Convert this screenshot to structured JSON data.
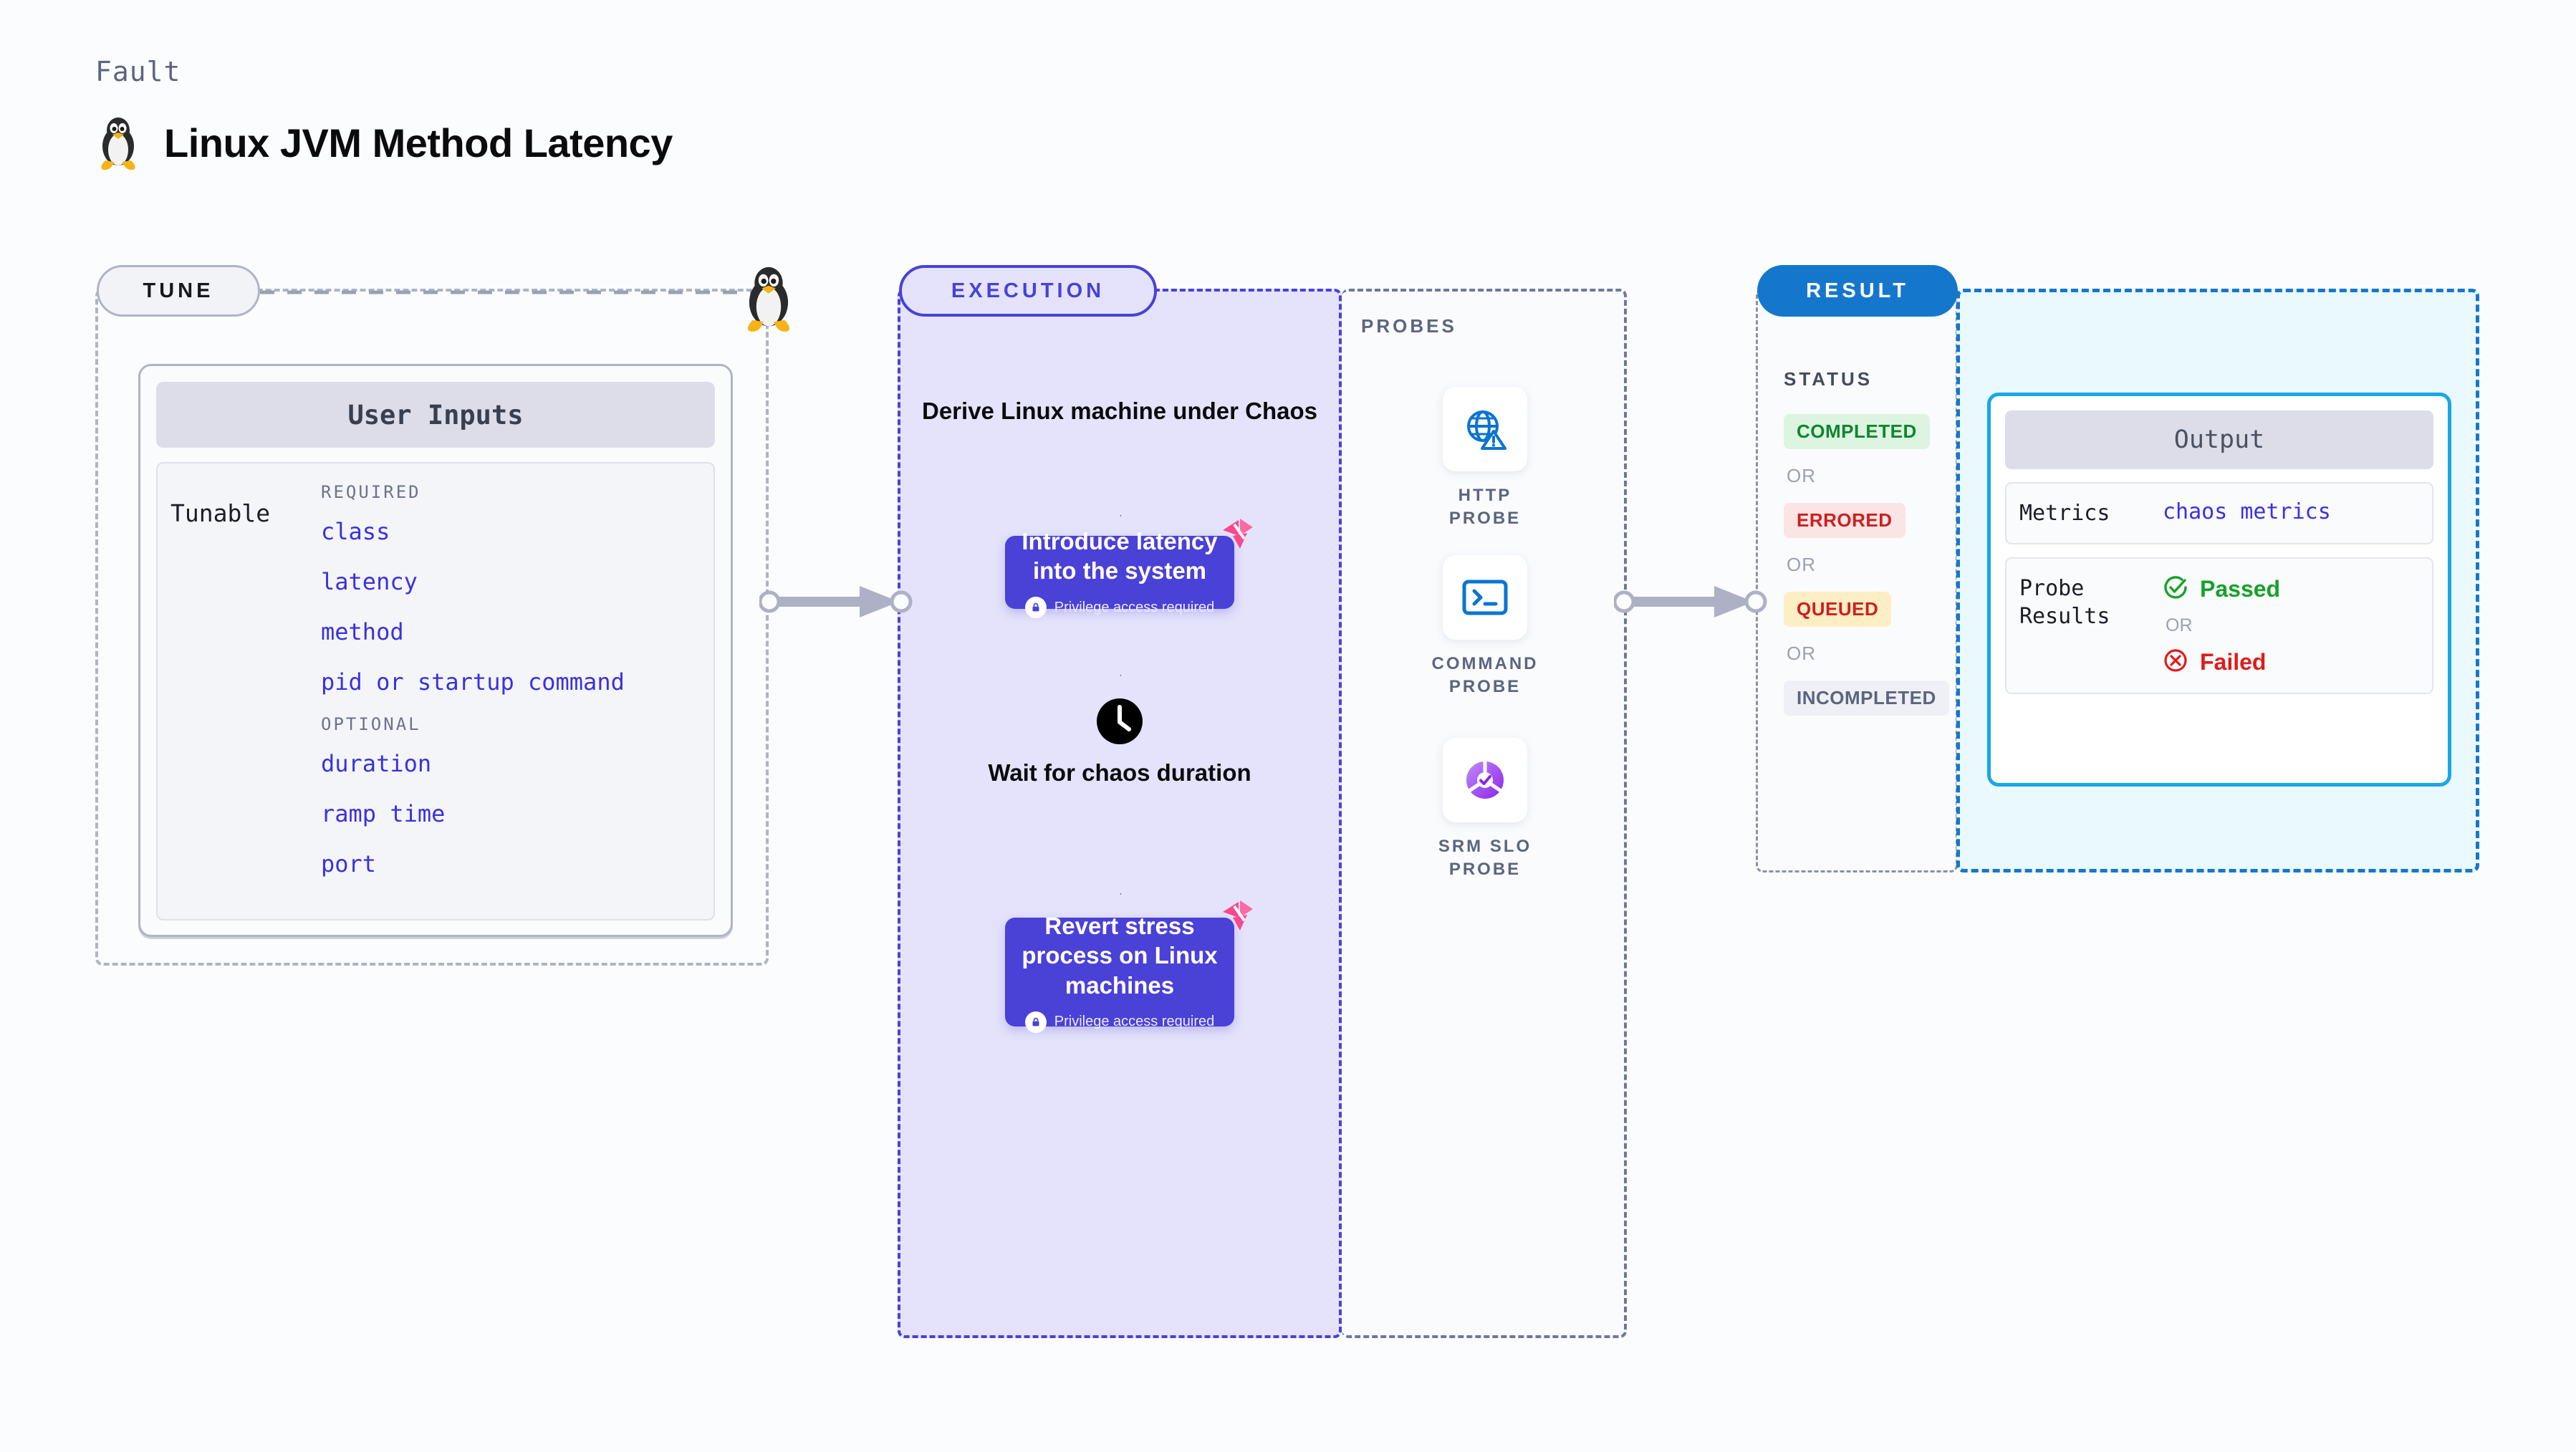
{
  "header": {
    "kicker": "Fault",
    "title": "Linux JVM Method Latency",
    "icon": "linux-penguin-icon"
  },
  "stages": {
    "tune": {
      "badge": "TUNE",
      "icon": "linux-penguin-icon"
    },
    "execution": {
      "badge": "EXECUTION"
    },
    "probes": {
      "label": "PROBES"
    },
    "result": {
      "badge": "RESULT"
    }
  },
  "tune": {
    "card_title": "User Inputs",
    "tunable_label": "Tunable",
    "groups": [
      {
        "heading": "REQUIRED",
        "params": [
          "class",
          "latency",
          "method",
          "pid or startup command"
        ]
      },
      {
        "heading": "OPTIONAL",
        "params": [
          "duration",
          "ramp time",
          "port"
        ]
      }
    ]
  },
  "execution": {
    "steps": [
      {
        "type": "text",
        "label": "Derive Linux machine under Chaos"
      },
      {
        "type": "action",
        "label": "Introduce latency into the system",
        "note": "Privilege access required",
        "note_icon": "lock-icon",
        "corner_icon": "harness-flag-icon"
      },
      {
        "type": "wait",
        "label": "Wait for chaos duration",
        "icon": "clock-icon"
      },
      {
        "type": "action",
        "label": "Revert stress process on Linux machines",
        "note": "Privilege access required",
        "note_icon": "lock-icon",
        "corner_icon": "harness-flag-icon"
      }
    ]
  },
  "probes": [
    {
      "name": "HTTP PROBE",
      "icon": "globe-warning-icon"
    },
    {
      "name": "COMMAND PROBE",
      "icon": "terminal-icon"
    },
    {
      "name": "SRM SLO PROBE",
      "icon": "srm-slo-donut-check-icon"
    }
  ],
  "status": {
    "label": "STATUS",
    "or_label": "OR",
    "items": [
      {
        "label": "COMPLETED",
        "style": "completed"
      },
      {
        "label": "ERRORED",
        "style": "errored"
      },
      {
        "label": "QUEUED",
        "style": "queued"
      },
      {
        "label": "INCOMPLETED",
        "style": "incompleted"
      }
    ]
  },
  "output": {
    "title": "Output",
    "metrics_key": "Metrics",
    "metrics_value": "chaos metrics",
    "probe_results_key": "Probe Results",
    "passed_label": "Passed",
    "failed_label": "Failed",
    "or_label": "OR",
    "passed_icon": "check-circle-icon",
    "failed_icon": "x-circle-icon"
  },
  "colors": {
    "purple": "#4a41d6",
    "purple_panel": "#e4e3fb",
    "result_blue": "#1577cc",
    "result_panel": "#eaf9fe",
    "cyan_border": "#18a7e8",
    "param_blue": "#3b30df",
    "pink_flag": "#f8498e",
    "pass_green": "#17a12a",
    "fail_red": "#e01b1b",
    "connector_gray": "#aeb1c5"
  }
}
